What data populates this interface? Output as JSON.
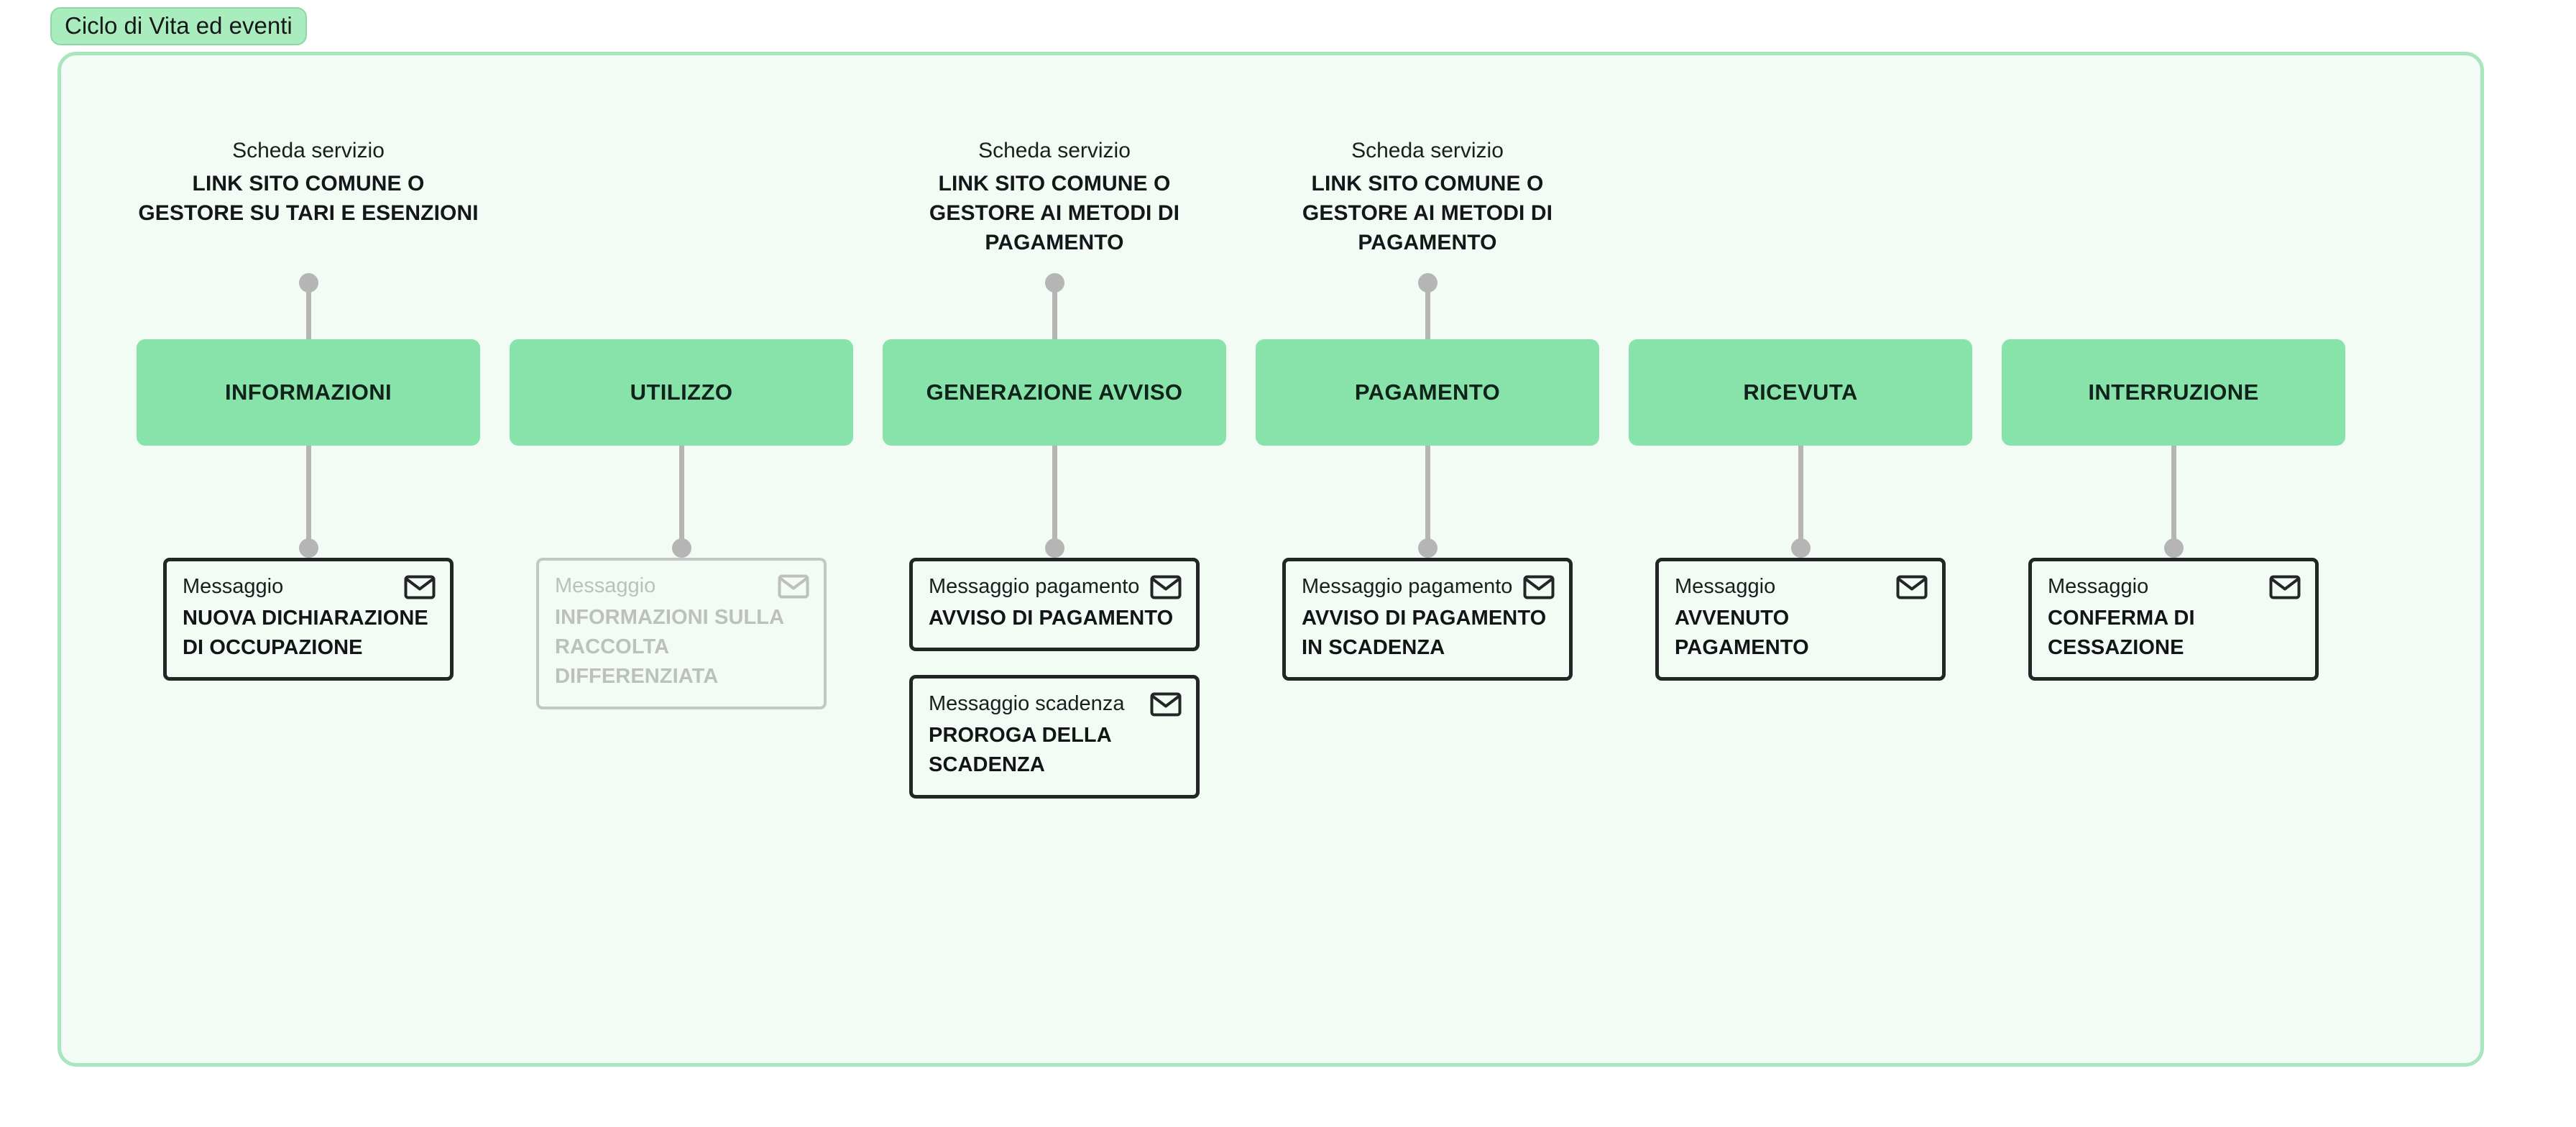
{
  "title_chip": {
    "label": "Ciclo di Vita ed eventi"
  },
  "colors": {
    "chip_bg": "#A9EDBF",
    "chip_border": "#8FD6A6",
    "container_bg": "#F2FBF4",
    "container_border": "#A8E6BD",
    "phase_bg": "#87E3A9",
    "connector": "#B5B5B5",
    "card_border": "#232527",
    "card_border_disabled": "#C4C7C4",
    "text": "#17181A",
    "text_disabled": "#BDC0BD"
  },
  "icons": {
    "envelope": "envelope-icon"
  },
  "columns": [
    {
      "id": "informazioni",
      "service": {
        "kicker": "Scheda servizio",
        "title": "LINK SITO COMUNE O GESTORE SU TARI E ESENZIONI",
        "present": true
      },
      "phase": {
        "label": "INFORMAZIONI"
      },
      "cards": [
        {
          "kicker": "Messaggio",
          "title": "NUOVA DICHIARAZIONE DI OCCUPAZIONE",
          "disabled": false,
          "icon": "envelope-icon"
        }
      ]
    },
    {
      "id": "utilizzo",
      "service": {
        "kicker": "",
        "title": "",
        "present": false
      },
      "phase": {
        "label": "UTILIZZO"
      },
      "cards": [
        {
          "kicker": "Messaggio",
          "title": "INFORMAZIONI SULLA RACCOLTA DIFFERENZIATA",
          "disabled": true,
          "icon": "envelope-icon"
        }
      ]
    },
    {
      "id": "generazione-avviso",
      "service": {
        "kicker": "Scheda servizio",
        "title": "LINK SITO COMUNE O GESTORE AI METODI DI PAGAMENTO",
        "present": true
      },
      "phase": {
        "label": "GENERAZIONE AVVISO"
      },
      "cards": [
        {
          "kicker": "Messaggio pagamento",
          "title": "AVVISO DI PAGAMENTO",
          "disabled": false,
          "icon": "envelope-icon"
        },
        {
          "kicker": "Messaggio scadenza",
          "title": "PROROGA DELLA SCADENZA",
          "disabled": false,
          "icon": "envelope-icon"
        }
      ]
    },
    {
      "id": "pagamento",
      "service": {
        "kicker": "Scheda servizio",
        "title": "LINK SITO COMUNE O GESTORE AI METODI DI PAGAMENTO",
        "present": true
      },
      "phase": {
        "label": "PAGAMENTO"
      },
      "cards": [
        {
          "kicker": "Messaggio pagamento",
          "title": "AVVISO DI PAGAMENTO IN SCADENZA",
          "disabled": false,
          "icon": "envelope-icon"
        }
      ]
    },
    {
      "id": "ricevuta",
      "service": {
        "kicker": "",
        "title": "",
        "present": false
      },
      "phase": {
        "label": "RICEVUTA"
      },
      "cards": [
        {
          "kicker": "Messaggio",
          "title": "AVVENUTO PAGAMENTO",
          "disabled": false,
          "icon": "envelope-icon"
        }
      ]
    },
    {
      "id": "interruzione",
      "service": {
        "kicker": "",
        "title": "",
        "present": false
      },
      "phase": {
        "label": "INTERRUZIONE"
      },
      "cards": [
        {
          "kicker": "Messaggio",
          "title": "CONFERMA DI CESSAZIONE",
          "disabled": false,
          "icon": "envelope-icon"
        }
      ]
    }
  ]
}
